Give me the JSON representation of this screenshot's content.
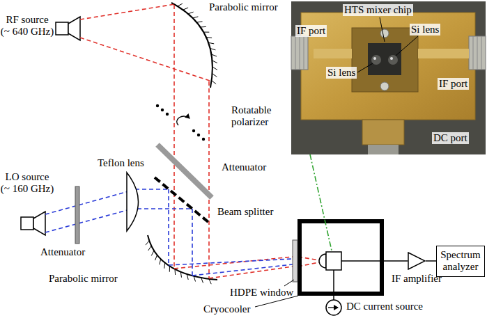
{
  "diagram": {
    "nodes": [
      {
        "text": [
          "IF amplifier"
        ]
      },
      {
        "text": [
          "Spectrum analyzer"
        ]
      }
    ],
    "edges": [
      {
        "from": 0,
        "to": 1,
        "arrow": "none"
      }
    ],
    "labels": [
      "Parabolic mirror",
      "RF source (~ 640 GHz)",
      "Rotatable polarizer",
      "Attenuator",
      "LO source (~ 160 GHz)",
      "Teflon lens",
      "Beam splitter",
      "Attenuator",
      "Parabolic mirror",
      "HDPE window",
      "Cryocooler",
      "DC current source",
      "HTS mixer chip",
      "IF port",
      "Si lens",
      "Si lens",
      "IF port",
      "DC port"
    ]
  }
}
